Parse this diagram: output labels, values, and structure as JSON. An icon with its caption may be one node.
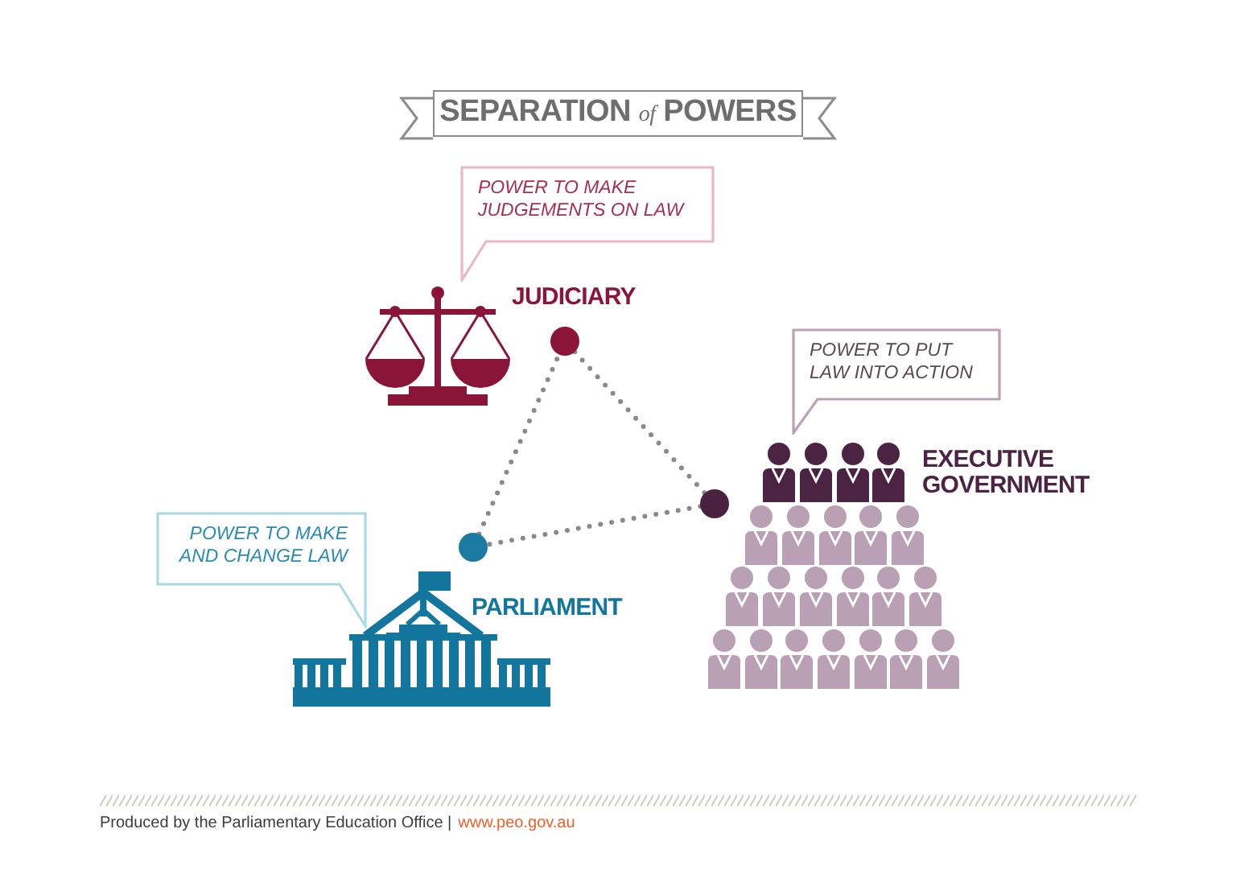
{
  "diagram": {
    "title": "SEPARATION *of* POWERS",
    "nodes": [
      {
        "text": [
          "POWER TO MAKE JUDGEMENTS ON LAW"
        ]
      },
      {
        "text": [],
        "shape": "picture",
        "beside": [
          "JUDICIARY"
        ]
      },
      {
        "text": [],
        "shape": "circle"
      },
      {
        "text": [
          "POWER TO PUT LAW INTO ACTION"
        ]
      },
      {
        "text": [],
        "shape": "picture",
        "beside": [
          "EXECUTIVE GOVERNMENT"
        ]
      },
      {
        "text": [],
        "shape": "circle"
      },
      {
        "text": [
          "POWER TO MAKE AND CHANGE LAW"
        ]
      },
      {
        "text": [
          "PARLIAMENT"
        ]
      },
      {
        "text": [],
        "shape": "circle"
      }
    ],
    "edges": [
      {
        "from": 2,
        "to": 5,
        "arrow": "none",
        "style": "dashed"
      },
      {
        "from": 5,
        "to": 8,
        "arrow": "none",
        "style": "dashed"
      },
      {
        "from": 8,
        "to": 2,
        "arrow": "none",
        "style": "dashed"
      }
    ],
    "labels": [
      "Produced by the Parliamentary Education Office |",
      "www.peo.gov.au"
    ]
  }
}
